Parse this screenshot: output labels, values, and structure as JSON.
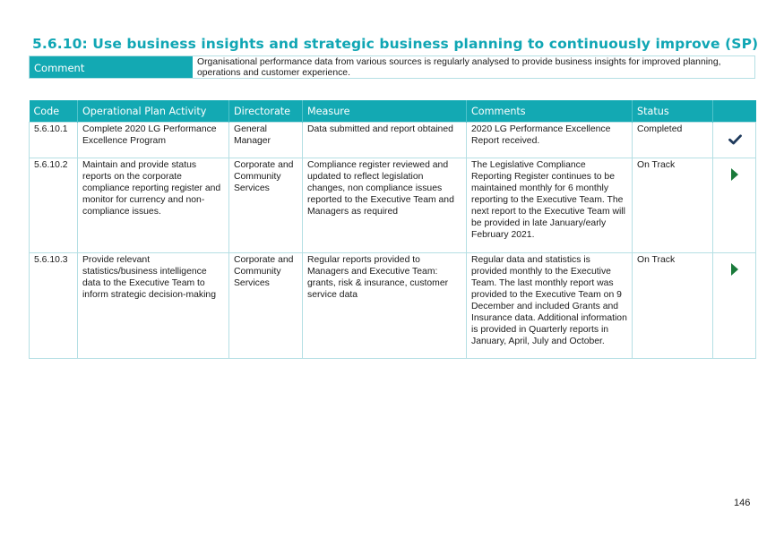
{
  "heading": "5.6.10: Use business insights and strategic business planning to continuously improve (SP)",
  "comment": {
    "label": "Comment",
    "text": "Organisational performance data from various sources is regularly analysed to provide business insights for improved planning, operations and customer experience."
  },
  "table": {
    "headers": [
      "Code",
      "Operational Plan Activity",
      "Directorate",
      "Measure",
      "Comments",
      "Status",
      ""
    ],
    "rows": [
      {
        "code": "5.6.10.1",
        "activity": "Complete 2020 LG Performance Excellence Program",
        "directorate": "General Manager",
        "measure": "Data submitted and report obtained",
        "comments": "2020 LG Performance Excellence Report received.",
        "status": "Completed",
        "icon": "checkmark-icon"
      },
      {
        "code": "5.6.10.2",
        "activity": "Maintain and provide status reports on the corporate compliance reporting register and monitor for currency and non-compliance issues.",
        "directorate": "Corporate and Community Services",
        "measure": "Compliance register reviewed and updated to reflect legislation changes, non compliance issues reported to the Executive Team and Managers as required",
        "comments": "The Legislative Compliance Reporting Register continues to be maintained monthly for 6 monthly reporting to the Executive Team. The next report to the Executive Team will be provided in late January/early February 2021.",
        "status": "On Track",
        "icon": "play-triangle-icon"
      },
      {
        "code": "5.6.10.3",
        "activity": "Provide relevant statistics/business intelligence data to the Executive Team to inform strategic decision-making",
        "directorate": "Corporate and Community Services",
        "measure": "Regular reports provided to Managers and Executive Team: grants, risk & insurance, customer service data",
        "comments": "Regular data and statistics is provided monthly to the Executive Team. The last monthly report was provided to the Executive Team on 9 December and included Grants and Insurance data. Additional information is provided in Quarterly reports in January, April, July and October.",
        "status": "On Track",
        "icon": "play-triangle-icon"
      }
    ]
  },
  "page_number": "146",
  "colors": {
    "accent": "#13a9b3",
    "heading": "#10a6b4",
    "check": "#1f3a5c",
    "on_track": "#1a7a3a"
  }
}
